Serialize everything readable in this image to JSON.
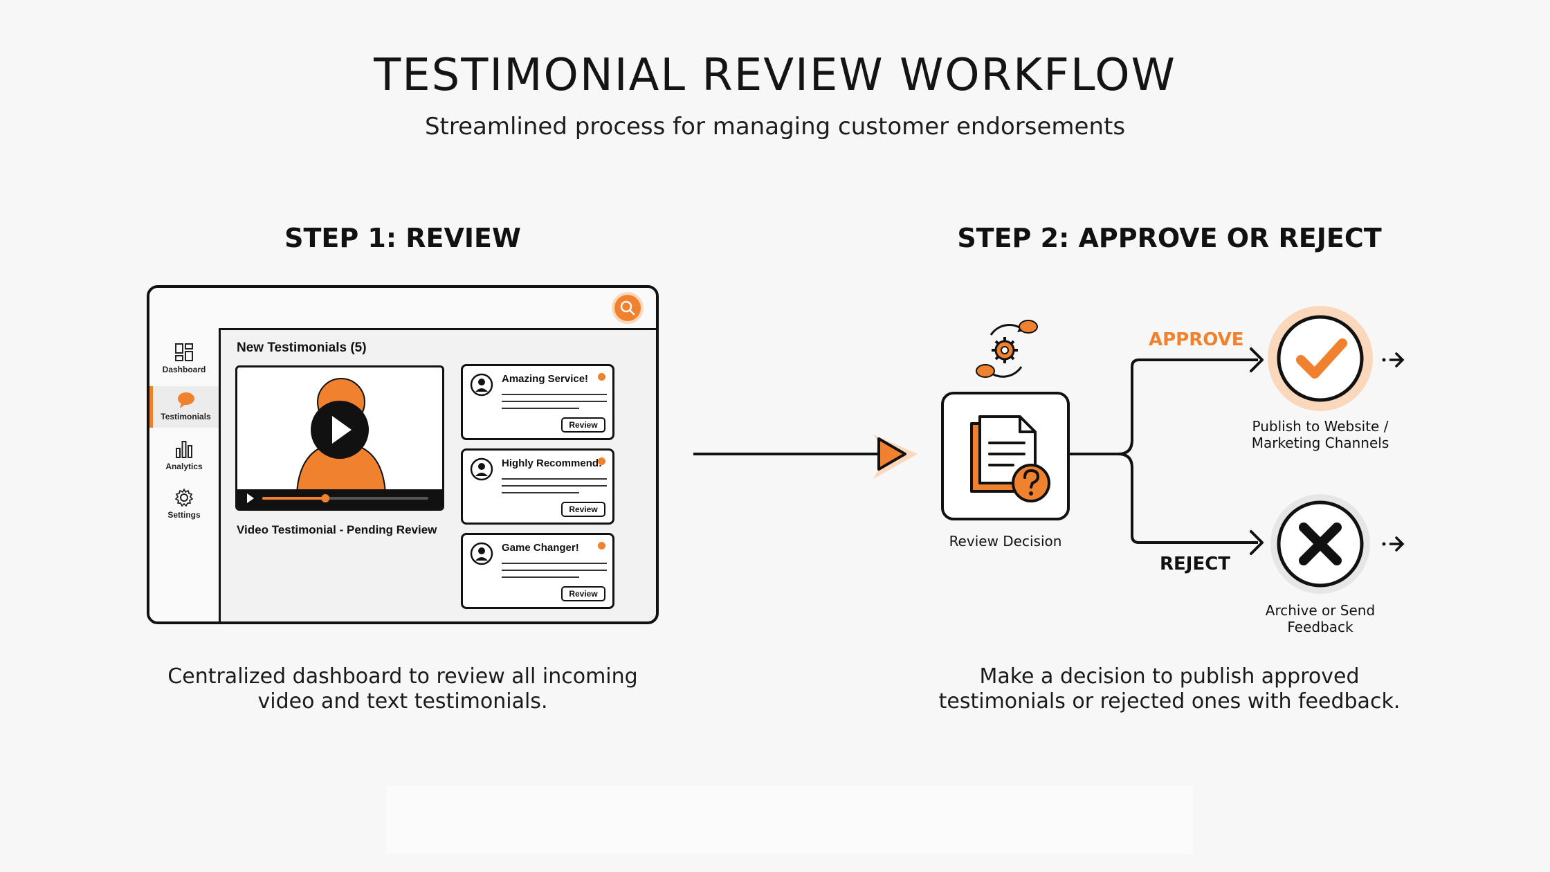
{
  "header": {
    "title": "TESTIMONIAL REVIEW WORKFLOW",
    "subtitle": "Streamlined process for managing customer endorsements"
  },
  "step1": {
    "title": "STEP 1: REVIEW",
    "caption_line1": "Centralized dashboard to review all incoming",
    "caption_line2": "video and text testimonials.",
    "dashboard": {
      "nav": [
        {
          "label": "Dashboard",
          "icon": "dashboard-grid-icon"
        },
        {
          "label": "Testimonials",
          "icon": "chat-bubble-icon",
          "active": true
        },
        {
          "label": "Analytics",
          "icon": "bar-chart-icon"
        },
        {
          "label": "Settings",
          "icon": "gear-icon"
        }
      ],
      "heading": "New Testimonials (5)",
      "video_caption": "Video Testimonial - Pending Review",
      "video_progress": 0.38,
      "cards": [
        {
          "title": "Amazing Service!",
          "button": "Review"
        },
        {
          "title": "Highly Recommend!",
          "button": "Review"
        },
        {
          "title": "Game Changer!",
          "button": "Review"
        }
      ]
    }
  },
  "step2": {
    "title": "STEP 2: APPROVE OR REJECT",
    "decision_label": "Review Decision",
    "approve_label": "APPROVE",
    "reject_label": "REJECT",
    "approve_outcome_line1": "Publish to Website /",
    "approve_outcome_line2": "Marketing Channels",
    "reject_outcome_line1": "Archive or Send",
    "reject_outcome_line2": "Feedback",
    "caption_line1": "Make a decision to publish approved",
    "caption_line2": "testimonials or rejected ones with feedback."
  },
  "colors": {
    "accent": "#f0812e",
    "accent_light": "#fbd7bb",
    "ink": "#111111",
    "background": "#f7f7f7"
  }
}
